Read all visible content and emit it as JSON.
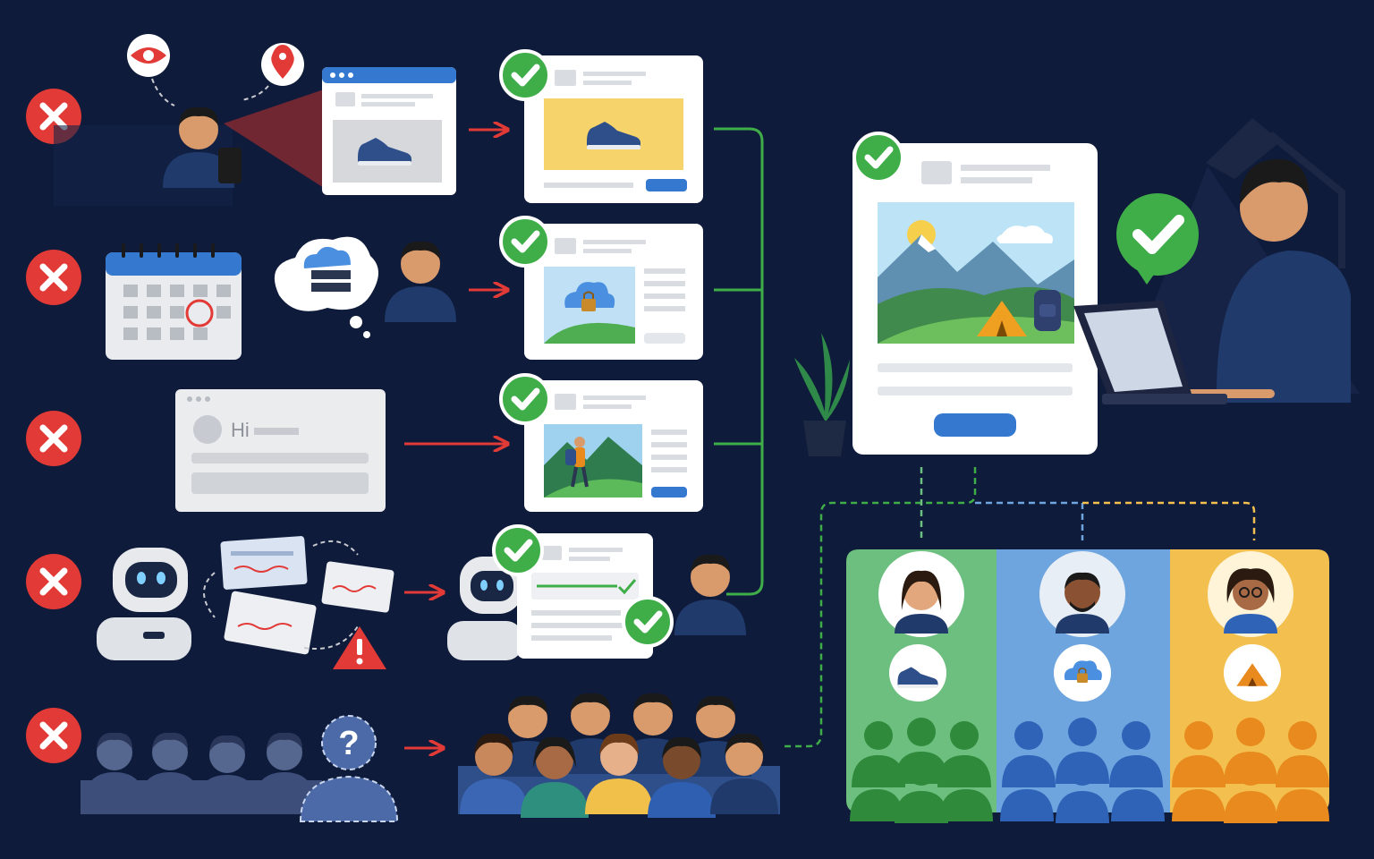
{
  "colors": {
    "background": "#0f1b3a",
    "reject_red": "#e23a36",
    "approve_green": "#3fae49",
    "connector_green": "#3fae49",
    "card_white": "#ffffff",
    "button_blue": "#3478d0",
    "segment_green": "#6cbf7e",
    "segment_blue": "#6fa5de",
    "segment_yellow": "#f3bf4f",
    "crowd_green": "#2f8a3c",
    "crowd_blue": "#2e63b8",
    "crowd_orange": "#e88a1d",
    "person_skin": "#d99a6c",
    "person_shirt": "#1f3a6b"
  },
  "rows": [
    {
      "status_icon": "x-circle-icon",
      "problem": "privacy-surveillance",
      "problem_icons": [
        "eye-icon",
        "location-pin-icon",
        "shoe-icon"
      ],
      "solution_icon": "shoe-icon"
    },
    {
      "status_icon": "x-circle-icon",
      "problem": "stale-calendar-data",
      "problem_icons": [
        "calendar-icon",
        "cloud-server-icon"
      ],
      "solution_icon": "cloud-lock-icon"
    },
    {
      "status_icon": "x-circle-icon",
      "problem": "generic-greeting",
      "problem_text": "Hi",
      "solution_icon": "hiker-icon"
    },
    {
      "status_icon": "x-circle-icon",
      "problem": "ai-errors",
      "problem_icons": [
        "robot-icon",
        "warning-icon"
      ],
      "solution_icon": "robot-icon"
    },
    {
      "status_icon": "x-circle-icon",
      "problem": "unknown-audience",
      "problem_icons": [
        "question-mark-icon"
      ],
      "solution_icon": "diverse-crowd-icon"
    }
  ],
  "hero": {
    "status_icon": "check-circle-icon",
    "image_icon": "mountain-tent-icon"
  },
  "segments": [
    {
      "color": "#6cbf7e",
      "interest_icon": "shoe-icon"
    },
    {
      "color": "#6fa5de",
      "interest_icon": "cloud-lock-icon"
    },
    {
      "color": "#f3bf4f",
      "interest_icon": "tent-icon"
    }
  ]
}
